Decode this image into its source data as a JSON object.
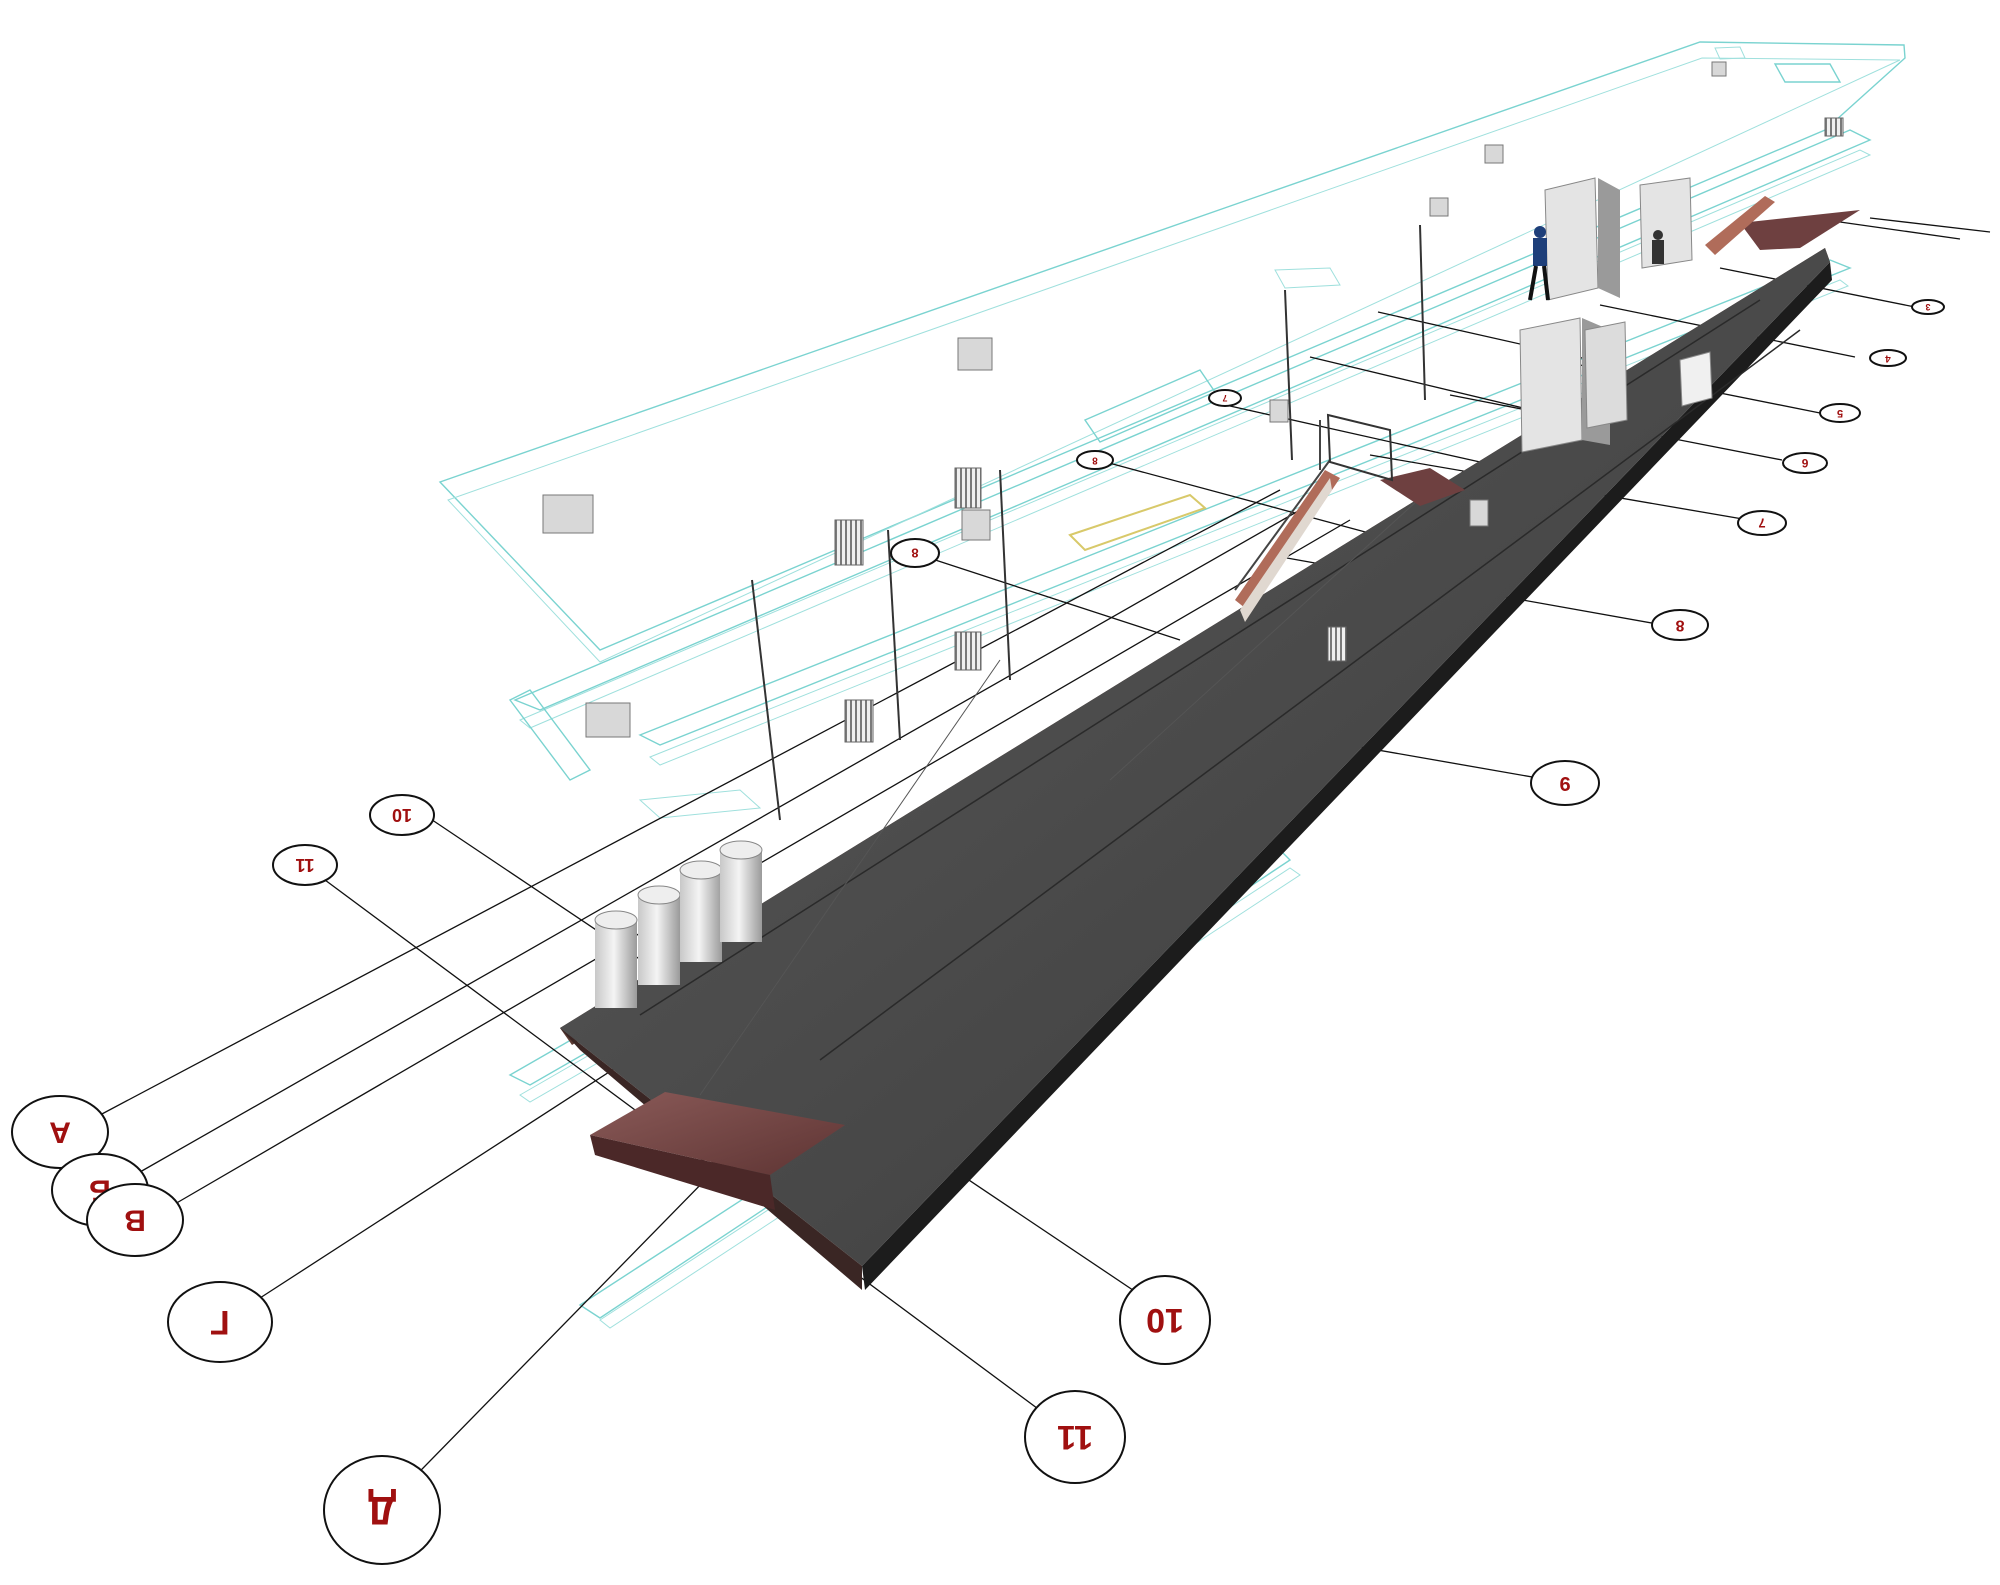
{
  "colors": {
    "slab_top": "#4a4a4a",
    "slab_side": "#1c1c1c",
    "slab_bottom_edge": "#5a3a33",
    "stair_stone": "#7a4a4a",
    "stair_stone_dark": "#4b2828",
    "wireframe": "#7ad3d0",
    "bubble_text": "#a01010",
    "grid_line": "#111111",
    "equipment": "#e4e4e4",
    "equipment_shade": "#9a9a9a",
    "person": "#1e3f7a"
  },
  "grid_axes": {
    "letters": [
      "А",
      "Б",
      "В",
      "Г",
      "Д"
    ],
    "numbers": [
      "3",
      "4",
      "5",
      "6",
      "7",
      "8",
      "9",
      "10",
      "11"
    ],
    "far_end_small": [
      "7",
      "8",
      "8",
      "10",
      "11"
    ]
  },
  "objects": {
    "tanks_count": 4,
    "radiators": "radiator-icon",
    "boxes": "ventilation-box-icon",
    "people": "person-icon"
  }
}
